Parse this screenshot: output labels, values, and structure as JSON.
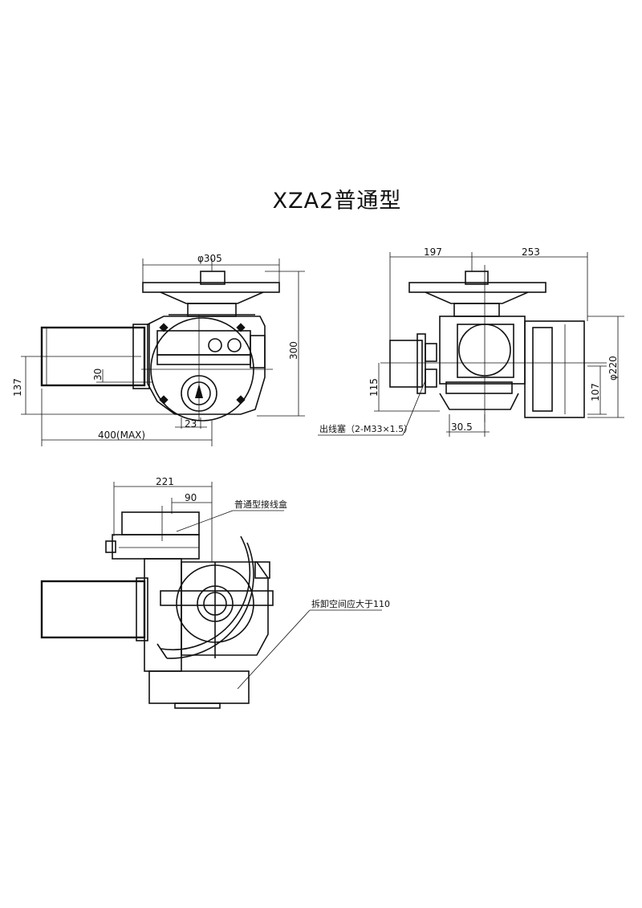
{
  "title": "XZA2普通型",
  "views": {
    "front": {
      "dims": {
        "handwheel_dia": "φ305",
        "height": "300",
        "left_height": "137",
        "inner": "30",
        "offset": "23",
        "length": "400(MAX)"
      }
    },
    "side": {
      "dims": {
        "left": "197",
        "right": "253",
        "dia": "φ220",
        "right_lower": "107",
        "left_lower": "115",
        "bottom": "30.5"
      },
      "callout": "出线塞（2-M33×1.5）"
    },
    "top": {
      "dims": {
        "width": "221",
        "inner": "90"
      },
      "callout_box": "普通型接线盒",
      "callout_space": "拆卸空间应大于110"
    }
  }
}
